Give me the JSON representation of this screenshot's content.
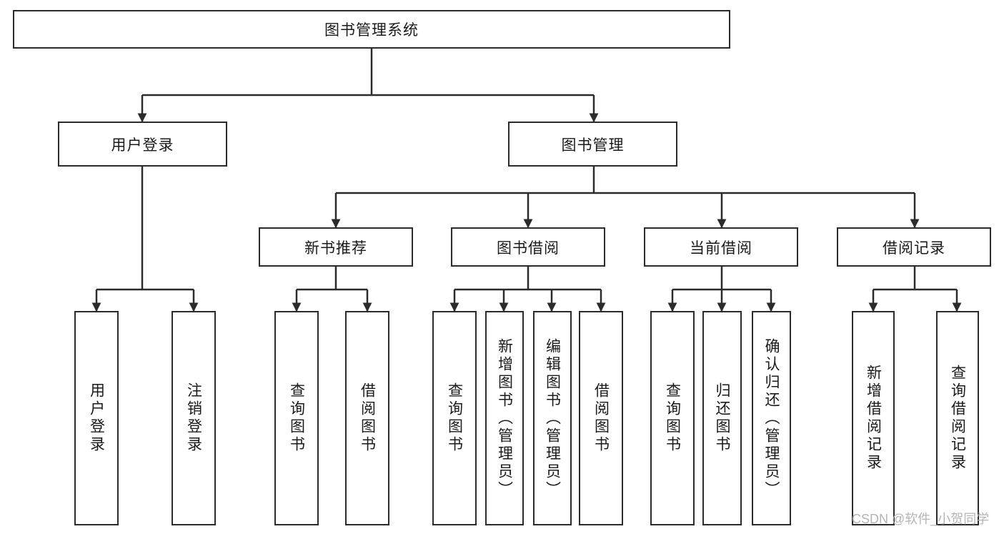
{
  "diagram": {
    "title": "图书管理系统",
    "type": "hierarchy-tree",
    "root": {
      "id": "root",
      "label": "图书管理系统"
    },
    "level2": [
      {
        "id": "user-login",
        "label": "用户登录"
      },
      {
        "id": "book-manage",
        "label": "图书管理"
      }
    ],
    "level3": [
      {
        "id": "new-book-recommend",
        "label": "新书推荐"
      },
      {
        "id": "book-borrow",
        "label": "图书借阅"
      },
      {
        "id": "current-borrow",
        "label": "当前借阅"
      },
      {
        "id": "borrow-record",
        "label": "借阅记录"
      }
    ],
    "leaves": {
      "user_login": [
        {
          "id": "leaf-user-login",
          "label": "用户登录"
        },
        {
          "id": "leaf-logout",
          "label": "注销登录"
        }
      ],
      "new_book_recommend": [
        {
          "id": "leaf-query-book-1",
          "label": "查询图书"
        },
        {
          "id": "leaf-borrow-book-1",
          "label": "借阅图书"
        }
      ],
      "book_borrow": [
        {
          "id": "leaf-query-book-2",
          "label": "查询图书"
        },
        {
          "id": "leaf-add-book",
          "label": "新增图书（管理员）"
        },
        {
          "id": "leaf-edit-book",
          "label": "编辑图书（管理员）"
        },
        {
          "id": "leaf-borrow-book-2",
          "label": "借阅图书"
        }
      ],
      "current_borrow": [
        {
          "id": "leaf-query-book-3",
          "label": "查询图书"
        },
        {
          "id": "leaf-return-book",
          "label": "归还图书"
        },
        {
          "id": "leaf-confirm-return",
          "label": "确认归还（管理员）"
        }
      ],
      "borrow_record": [
        {
          "id": "leaf-add-record",
          "label": "新增借阅记录"
        },
        {
          "id": "leaf-query-record",
          "label": "查询借阅记录"
        }
      ]
    }
  },
  "watermark": {
    "text": "CSDN @软件_小贺同学"
  },
  "colors": {
    "stroke": "#2b2b2b",
    "background": "#ffffff",
    "text": "#1a1a1a",
    "watermark": "#b4b4b4"
  }
}
